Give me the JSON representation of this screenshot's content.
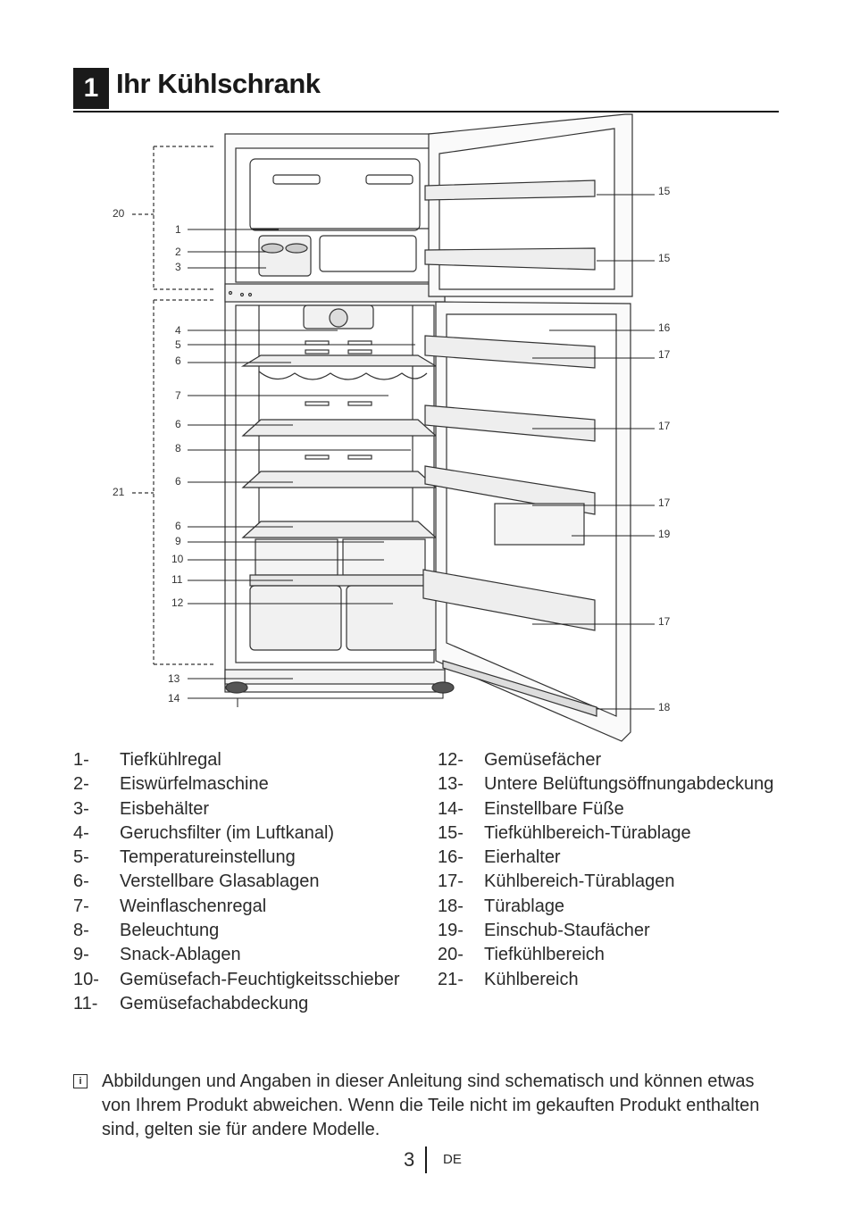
{
  "header": {
    "chapter_number": "1",
    "title": "Ihr Kühlschrank"
  },
  "callouts": [
    "1",
    "2",
    "3",
    "4",
    "5",
    "6",
    "6",
    "6",
    "6",
    "7",
    "8",
    "9",
    "10",
    "11",
    "12",
    "13",
    "14",
    "15",
    "15",
    "16",
    "17",
    "17",
    "17",
    "17",
    "18",
    "19",
    "20",
    "21"
  ],
  "parts_left": [
    {
      "num": "1-",
      "label": "Tiefkühlregal"
    },
    {
      "num": "2-",
      "label": "Eiswürfelmaschine"
    },
    {
      "num": "3-",
      "label": "Eisbehälter"
    },
    {
      "num": "4-",
      "label": "Geruchsfilter (im Luftkanal)"
    },
    {
      "num": "5-",
      "label": "Temperatureinstellung"
    },
    {
      "num": "6-",
      "label": "Verstellbare Glasablagen"
    },
    {
      "num": "7-",
      "label": "Weinflaschenregal"
    },
    {
      "num": "8-",
      "label": "Beleuchtung"
    },
    {
      "num": "9-",
      "label": "Snack-Ablagen"
    },
    {
      "num": "10-",
      "label": "Gemüsefach-Feuchtigkeitsschieber"
    },
    {
      "num": "11-",
      "label": "Gemüsefachabdeckung"
    }
  ],
  "parts_right": [
    {
      "num": "12-",
      "label": "Gemüsefächer"
    },
    {
      "num": "13-",
      "label": "Untere Belüftungsöffnungabdeckung"
    },
    {
      "num": "14-",
      "label": "Einstellbare Füße"
    },
    {
      "num": "15-",
      "label": "Tiefkühlbereich-Türablage"
    },
    {
      "num": "16-",
      "label": "Eierhalter"
    },
    {
      "num": "17-",
      "label": "Kühlbereich-Türablagen"
    },
    {
      "num": "18-",
      "label": "Türablage"
    },
    {
      "num": "19-",
      "label": "Einschub-Staufächer"
    },
    {
      "num": "20-",
      "label": "Tiefkühlbereich"
    },
    {
      "num": "21-",
      "label": "Kühlbereich"
    }
  ],
  "note": {
    "icon": "info-icon",
    "text": "Abbildungen und Angaben in dieser Anleitung sind schematisch und können etwas von Ihrem Produkt abweichen. Wenn die Teile nicht im gekauften Produkt enthalten sind, gelten sie für andere Modelle."
  },
  "footer": {
    "page_number": "3",
    "language": "DE"
  }
}
